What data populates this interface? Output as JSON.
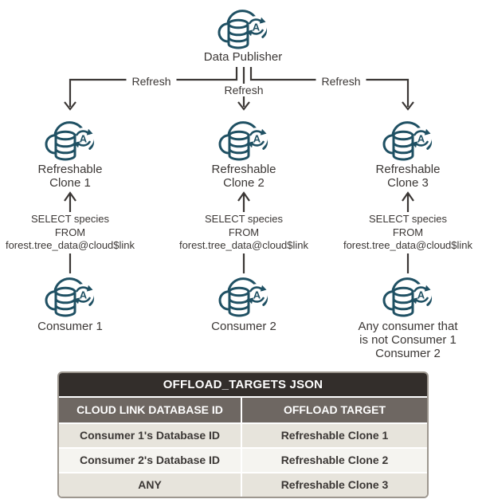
{
  "diagram": {
    "publisher": {
      "label": "Data Publisher"
    },
    "refresh_labels": {
      "left": "Refresh",
      "middle": "Refresh",
      "right": "Refresh"
    },
    "clones": [
      {
        "label": "Refreshable\nClone 1"
      },
      {
        "label": "Refreshable\nClone 2"
      },
      {
        "label": "Refreshable\nClone 3"
      }
    ],
    "queries": [
      {
        "text": "SELECT species\nFROM\nforest.tree_data@cloud$link"
      },
      {
        "text": "SELECT species\nFROM\nforest.tree_data@cloud$link"
      },
      {
        "text": "SELECT species\nFROM\nforest.tree_data@cloud$link"
      }
    ],
    "consumers": [
      {
        "label": "Consumer 1"
      },
      {
        "label": "Consumer 2"
      },
      {
        "label": "Any consumer that\nis not Consumer 1\nConsumer 2"
      }
    ]
  },
  "icons": {
    "adb_badge_letter": "A"
  },
  "table": {
    "title": "OFFLOAD_TARGETS JSON",
    "columns": [
      "CLOUD LINK DATABASE ID",
      "OFFLOAD TARGET"
    ],
    "rows": [
      [
        "Consumer 1's Database ID",
        "Refreshable Clone 1"
      ],
      [
        "Consumer 2's Database ID",
        "Refreshable Clone 2"
      ],
      [
        "ANY",
        "Refreshable Clone 3"
      ]
    ]
  },
  "colors": {
    "icon_teal": "#1f5063",
    "line": "#3b3735",
    "text": "#3b3735",
    "table_title_bg": "#332e2b",
    "table_header_bg": "#6e6762",
    "row_beige": "#e7e4dc",
    "row_light": "#f5f4f0"
  }
}
